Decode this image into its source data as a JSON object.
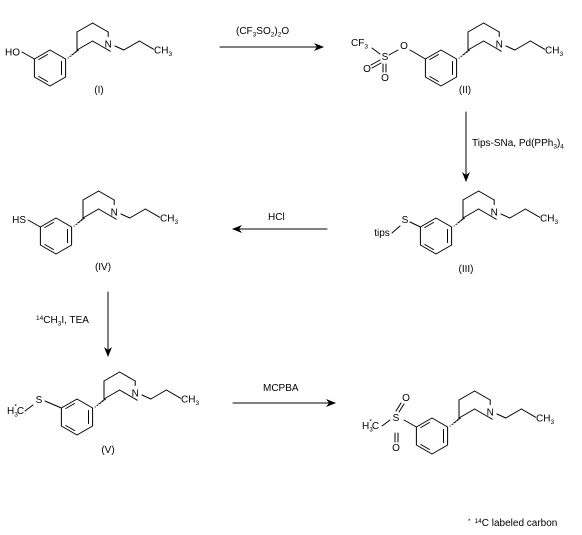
{
  "compounds": {
    "I": {
      "label": "(I)",
      "substituent": "HO"
    },
    "II": {
      "label": "(II)",
      "cf3": "CF",
      "cf3_sub": "3",
      "s": "S",
      "o1": "O",
      "o2": "O",
      "o3": "O"
    },
    "III": {
      "label": "(III)",
      "tips": "tips",
      "s": "S"
    },
    "IV": {
      "label": "(IV)",
      "substituent": "HS"
    },
    "V": {
      "label": "(V)",
      "h3c": "H",
      "h3c_sub": "3",
      "h3c_star": "*",
      "h3c_c": "C",
      "s": "S"
    },
    "VI": {
      "label": "",
      "h3c": "H",
      "h3c_sub": "3",
      "h3c_star": "*",
      "h3c_c": "C",
      "s": "S",
      "o1": "O",
      "o2": "O"
    }
  },
  "common": {
    "n": "N",
    "ch3": "CH",
    "ch3_sub": "3"
  },
  "reagents": {
    "step1": {
      "a": "(CF",
      "a_sub": "3",
      "b": "SO",
      "b_sub": "2",
      "c": ")",
      "c_sub": "2",
      "d": "O"
    },
    "step2": {
      "a": "Tips-SNa, Pd(PPh",
      "a_sub": "3",
      "b": ")",
      "b_sub": "4"
    },
    "step3": {
      "text": "HCl"
    },
    "step4": {
      "a_sup": "14",
      "a": "CH",
      "a_sub": "3",
      "b": "I, TEA"
    },
    "step5": {
      "text": "MCPBA"
    }
  },
  "footnote": {
    "star": "*",
    "sup": "14",
    "text": "C labeled carbon"
  }
}
